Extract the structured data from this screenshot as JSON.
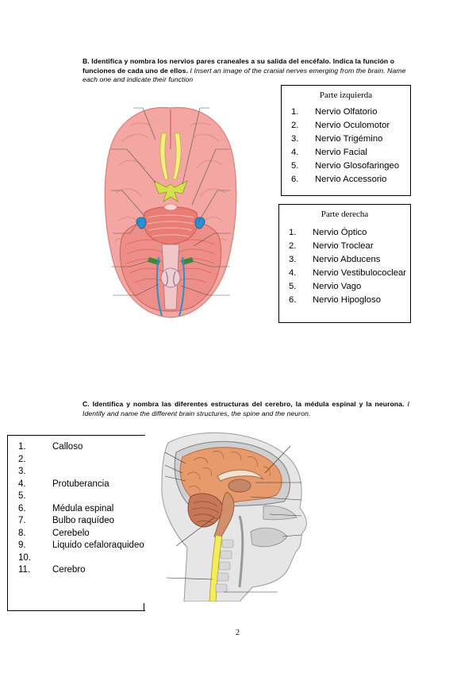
{
  "section_b": {
    "instruction_bold": "B. Identifica y nombra los nervios pares craneales a su salida del encéfalo. Indica la función o funciones de cada uno de ellos.",
    "instruction_italic": "I Insert an image of the cranial nerves emerging from the brain. Name each one and indicate their function"
  },
  "left_box": {
    "title": "Parte izquierda",
    "items": [
      {
        "num": "1.",
        "text": "Nervio Olfatorio"
      },
      {
        "num": "2.",
        "text": "Nervio Oculomotor"
      },
      {
        "num": "3.",
        "text": "Nervio Trigémino"
      },
      {
        "num": "4.",
        "text": "Nervio Facial"
      },
      {
        "num": "5.",
        "text": "Nervio Glosofaringeo"
      },
      {
        "num": "6.",
        "text": "Nervio Accessorio"
      }
    ]
  },
  "right_box": {
    "title": "Parte derecha",
    "items": [
      {
        "num": "1.",
        "text": "Nervio Óptico"
      },
      {
        "num": "2.",
        "text": "Nervio Troclear"
      },
      {
        "num": "3.",
        "text": "Nervio Abducens"
      },
      {
        "num": "4.",
        "text": "Nervio Vestibulococlear"
      },
      {
        "num": "5.",
        "text": "Nervio Vago"
      },
      {
        "num": "6.",
        "text": "Nervio Hipogloso"
      }
    ]
  },
  "section_c": {
    "instruction_bold": "C. Identifica y nombra las diferentes estructuras del cerebro, la médula espinal y la neurona.",
    "instruction_italic": "I Identify and name the different brain structures, the spine and the neuron."
  },
  "structures_box": {
    "items": [
      {
        "num": "1.",
        "text": "Calloso"
      },
      {
        "num": "2.",
        "text": ""
      },
      {
        "num": "3.",
        "text": ""
      },
      {
        "num": "4.",
        "text": "Protuberancia"
      },
      {
        "num": "5.",
        "text": ""
      },
      {
        "num": "6.",
        "text": "Médula espinal"
      },
      {
        "num": "7.",
        "text": "Bulbo raquídeo"
      },
      {
        "num": "8.",
        "text": "Cerebelo"
      },
      {
        "num": "9.",
        "text": "Liquido cefaloraquideo"
      },
      {
        "num": "10.",
        "text": ""
      },
      {
        "num": "11.",
        "text": "Cerebro"
      }
    ]
  },
  "page": {
    "number": "2"
  },
  "colors": {
    "brain_pink": "#f3a6a2",
    "brain_dark": "#e0746f",
    "olfactory_yellow": "#f2ef80",
    "nerve_blue": "#2a8fd4",
    "nerve_green": "#3c8a3c",
    "spinal_yellow": "#f4ec5a",
    "brain_orange": "#e79a6c"
  }
}
